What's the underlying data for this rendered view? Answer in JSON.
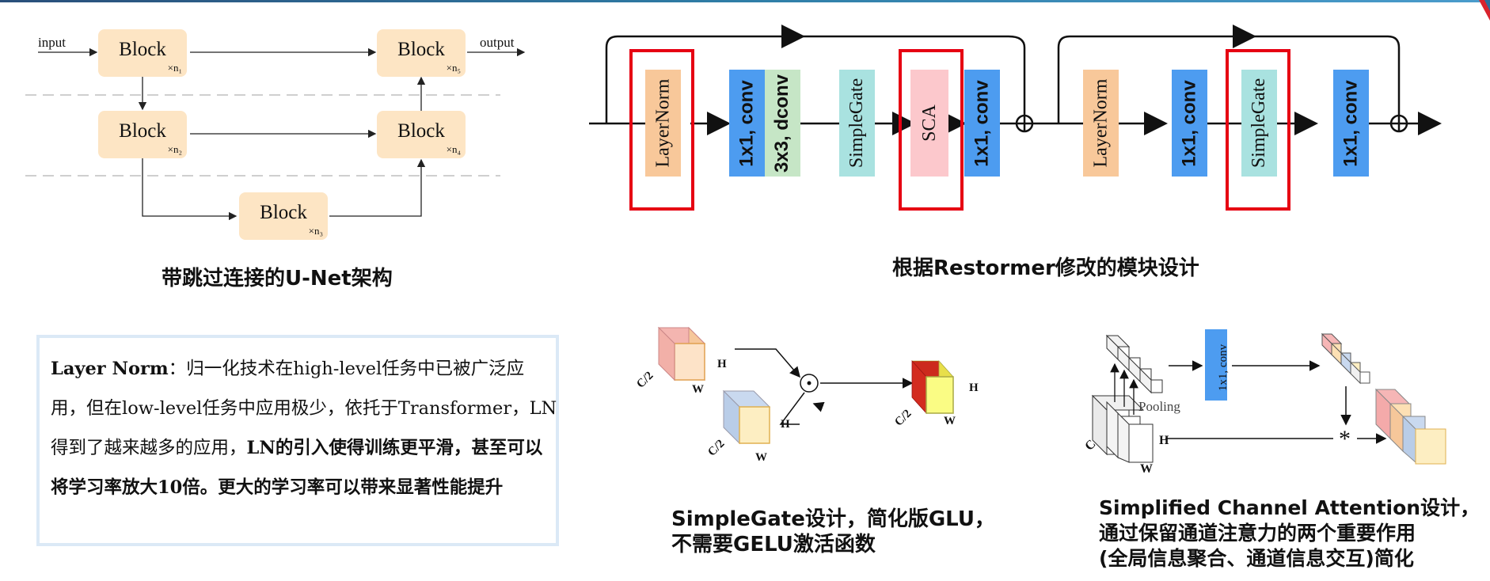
{
  "unet": {
    "input_label": "input",
    "output_label": "output",
    "blocks": [
      {
        "label": "Block",
        "mult": "×n₁"
      },
      {
        "label": "Block",
        "mult": "×n₂"
      },
      {
        "label": "Block",
        "mult": "×n₃"
      },
      {
        "label": "Block",
        "mult": "×n₄"
      },
      {
        "label": "Block",
        "mult": "×n₅"
      }
    ],
    "caption": "带跳过连接的U-Net架构"
  },
  "restormer": {
    "modules": [
      {
        "label": "LayerNorm",
        "color": "#f8c89a"
      },
      {
        "label": "1x1, conv",
        "color": "#4d9cf0"
      },
      {
        "label": "3x3, dconv",
        "color": "#c6e6c6"
      },
      {
        "label": "SimpleGate",
        "color": "#a9e2e0"
      },
      {
        "label": "SCA",
        "color": "#fcc8cc"
      },
      {
        "label": "1x1, conv",
        "color": "#4d9cf0"
      },
      {
        "label": "LayerNorm",
        "color": "#f8c89a"
      },
      {
        "label": "1x1, conv",
        "color": "#4d9cf0"
      },
      {
        "label": "SimpleGate",
        "color": "#a9e2e0"
      },
      {
        "label": "1x1, conv",
        "color": "#4d9cf0"
      }
    ],
    "highlight_color": "#e60012",
    "caption": "根据Restormer修改的模块设计"
  },
  "note": {
    "bold_head": "Layer Norm",
    "text1": "：归一化技术在high-level任务中已被广泛应用，但在low-level任务中应用极少，依托于Transformer，LN得到了越来越多的应用，",
    "bold_tail": "LN的引入使得训练更平滑，甚至可以将学习率放大10倍。更大的学习率可以带来显著性能提升"
  },
  "simplegate": {
    "dim_c2": "C/2",
    "dim_h": "H",
    "dim_w": "W",
    "op_symbol": "⊙",
    "caption_line1": "SimpleGate设计，简化版GLU，",
    "caption_line2": "不需要GELU激活函数"
  },
  "sca": {
    "pooling_label": "Pooling",
    "conv_label": "1x1, conv",
    "dim_c": "C",
    "dim_h": "H",
    "dim_w": "W",
    "op_symbol": "*",
    "caption_line1": "Simplified Channel Attention设计，",
    "caption_line2": "通过保留通道注意力的两个重要作用",
    "caption_line3": "(全局信息聚合、通道信息交互)简化"
  }
}
